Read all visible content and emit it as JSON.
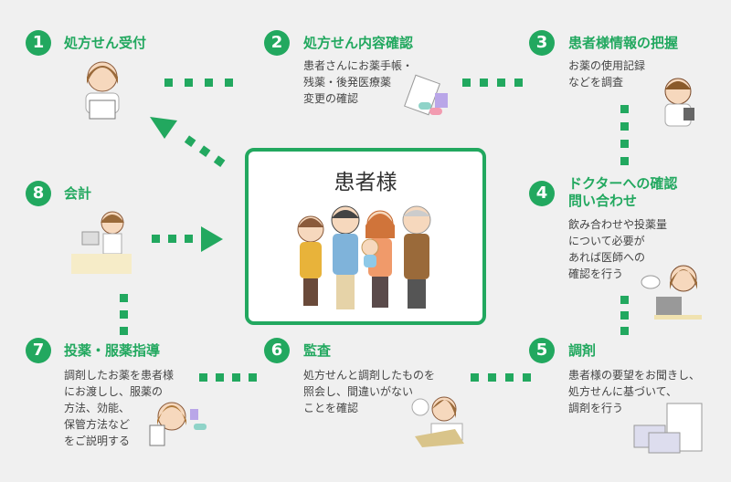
{
  "center": {
    "title": "患者様"
  },
  "steps": [
    {
      "num": "1",
      "title": "処方せん受付",
      "desc": ""
    },
    {
      "num": "2",
      "title": "処方せん内容確認",
      "desc": "患者さんにお薬手帳・\n残薬・後発医療薬\n変更の確認"
    },
    {
      "num": "3",
      "title": "患者様情報の把握",
      "desc": "お薬の使用記録\nなどを調査"
    },
    {
      "num": "4",
      "title": "ドクターへの確認\n問い合わせ",
      "desc": "飲み合わせや投薬量\nについて必要が\nあれば医師への\n確認を行う"
    },
    {
      "num": "5",
      "title": "調剤",
      "desc": "患者様の要望をお聞きし、\n処方せんに基づいて、\n調剤を行う"
    },
    {
      "num": "6",
      "title": "監査",
      "desc": "処方せんと調剤したものを\n照会し、間違いがない\nことを確認"
    },
    {
      "num": "7",
      "title": "投薬・服薬指導",
      "desc": "調剤したお薬を患者様\nにお渡しし、服薬の\n方法、効能、\n保管方法など\nをご説明する"
    },
    {
      "num": "8",
      "title": "会計",
      "desc": ""
    }
  ],
  "colors": {
    "accent": "#22a85f",
    "background": "#f0f0f0"
  }
}
